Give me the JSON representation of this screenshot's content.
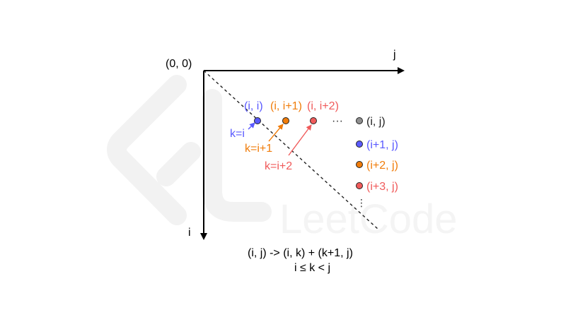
{
  "colors": {
    "axis": "#000000",
    "neutral": "#222222",
    "gray_dot": "#8f8f8f",
    "blue": "#5a5aff",
    "orange": "#f07c0a",
    "red": "#f05a5a",
    "watermark": "#f3f3f3"
  },
  "origin_label": "(0, 0)",
  "axis_j_label": "j",
  "axis_i_label": "i",
  "top_labels": {
    "ii": "(i, i)",
    "i_i1": "(i, i+1)",
    "i_i2": "(i, i+2)",
    "dots": "···"
  },
  "k_labels": {
    "k_i": "k=i",
    "k_i1": "k=i+1",
    "k_i2": "k=i+2"
  },
  "legend": [
    {
      "label": "(i, j)",
      "color": "gray"
    },
    {
      "label": "(i+1, j)",
      "color": "blue"
    },
    {
      "label": "(i+2, j)",
      "color": "orange"
    },
    {
      "label": "(i+3, j)",
      "color": "red"
    }
  ],
  "legend_more": "⋮",
  "formula": {
    "line1": "(i, j) -> (i, k) + (k+1, j)",
    "line2": "i ≤ k < j"
  },
  "watermark_text": "LeetCode"
}
